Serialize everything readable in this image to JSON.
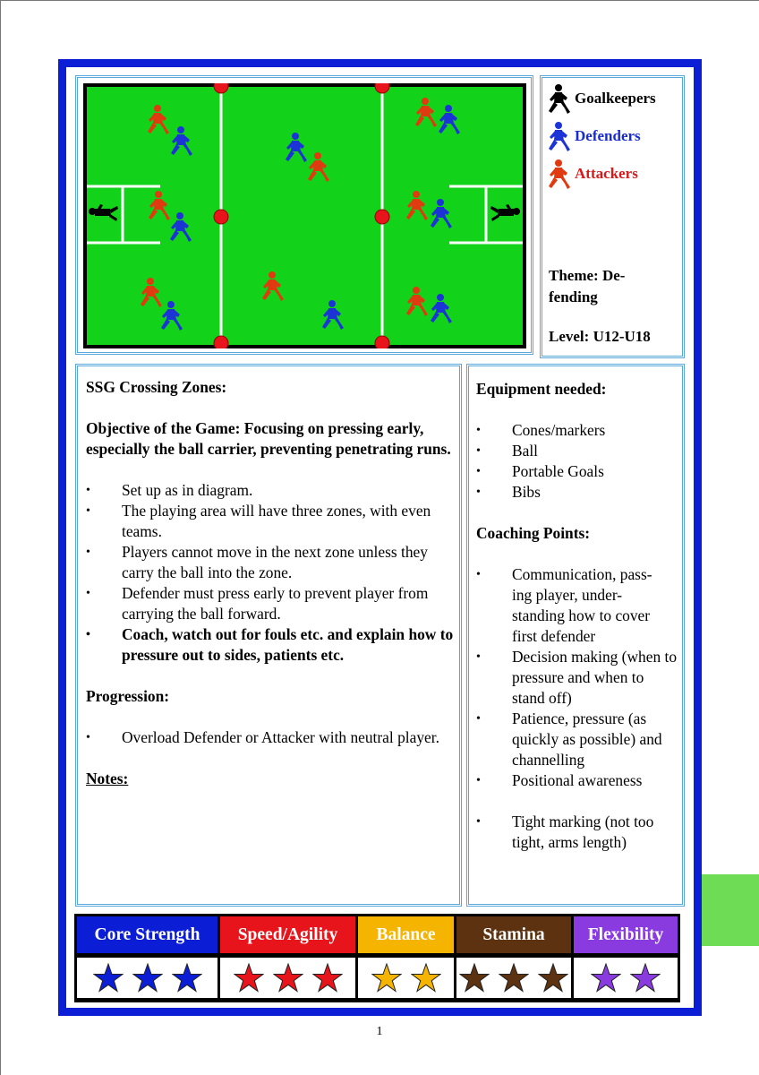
{
  "legend": {
    "goalkeepers": "Goalkeepers",
    "defenders": "Defenders",
    "attackers": "Attackers",
    "theme": "Theme: De-fending",
    "level": "Level: U12-U18"
  },
  "colors": {
    "frame": "#0b1ed6",
    "pitch": "#12d21a",
    "defender": "#1c34d6",
    "attacker": "#e03a10",
    "goalkeeper": "#000000",
    "cone": "#e8141b"
  },
  "main": {
    "title": "SSG Crossing Zones:",
    "objective": "Objective of the Game:  Focusing on pressing early, especially the ball carrier, preventing penetrating runs.",
    "setup_items": [
      "Set up as in diagram.",
      "The playing area will have three zones, with even teams.",
      "Players cannot move in the next zone unless they carry the ball into the zone.",
      "Defender must press early to prevent player from carrying the ball forward.",
      "Coach, watch out for fouls etc. and explain how to pressure out to sides, patients etc."
    ],
    "progression_heading": "Progression:",
    "progression_items": [
      "Overload Defender or Attacker with neutral player."
    ],
    "notes_heading": "Notes:"
  },
  "side": {
    "equipment_heading": "Equipment needed:",
    "equipment_items": [
      "Cones/markers",
      "Ball",
      "Portable Goals",
      "Bibs"
    ],
    "coaching_heading": "Coaching Points:",
    "coaching_items": [
      "Communication, pass-ing player, under-standing how to cover first defender",
      "Decision making (when to pressure and when to stand off)",
      "Patience, pressure (as quickly as possible) and channelling",
      "Positional awareness",
      "Tight marking (not too tight, arms length)"
    ]
  },
  "attributes": [
    {
      "label": "Core Strength",
      "stars": 3,
      "color": "#0b1ed6",
      "star_color": "#0b1ed6"
    },
    {
      "label": "Speed/Agility",
      "stars": 3,
      "color": "#e8141b",
      "star_color": "#e8141b"
    },
    {
      "label": "Balance",
      "stars": 2,
      "color": "#f4b400",
      "star_color": "#f4b400"
    },
    {
      "label": "Stamina",
      "stars": 3,
      "color": "#5c3210",
      "star_color": "#5c3210"
    },
    {
      "label": "Flexibility",
      "stars": 2,
      "color": "#8a3be0",
      "star_color": "#8a3be0"
    }
  ],
  "page_number": "1"
}
